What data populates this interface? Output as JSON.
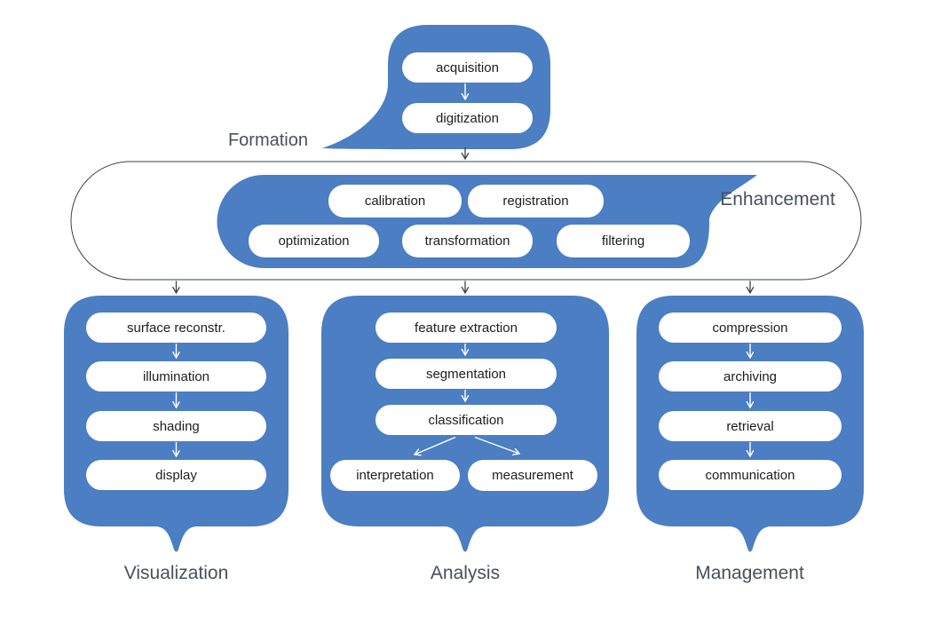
{
  "diagram": {
    "type": "flow",
    "background": "#ffffff",
    "colors": {
      "bubble_blue": "#4b7ec2",
      "node_fill": "#ffffff",
      "node_text": "#1e1e1e",
      "group_label_text": "#49505a",
      "outline": "#3a4045",
      "arrow_on_white": "#3a4045",
      "arrow_on_blue": "#ffffff"
    },
    "groups": {
      "formation": {
        "label": "Formation"
      },
      "enhancement": {
        "label": "Enhancement"
      },
      "visualization": {
        "label": "Visualization"
      },
      "analysis": {
        "label": "Analysis"
      },
      "management": {
        "label": "Management"
      }
    },
    "nodes": {
      "acquisition": "acquisition",
      "digitization": "digitization",
      "calibration": "calibration",
      "registration": "registration",
      "optimization": "optimization",
      "transformation": "transformation",
      "filtering": "filtering",
      "surface_reconstr": "surface reconstr.",
      "illumination": "illumination",
      "shading": "shading",
      "display": "display",
      "feature_extraction": "feature extraction",
      "segmentation": "segmentation",
      "classification": "classification",
      "interpretation": "interpretation",
      "measurement": "measurement",
      "compression": "compression",
      "archiving": "archiving",
      "retrieval": "retrieval",
      "communication": "communication"
    },
    "edges": [
      {
        "from": "acquisition",
        "to": "digitization"
      },
      {
        "from": "digitization",
        "to": "enhancement"
      },
      {
        "from": "enhancement",
        "to": "visualization"
      },
      {
        "from": "enhancement",
        "to": "analysis"
      },
      {
        "from": "enhancement",
        "to": "management"
      },
      {
        "from": "surface_reconstr",
        "to": "illumination"
      },
      {
        "from": "illumination",
        "to": "shading"
      },
      {
        "from": "shading",
        "to": "display"
      },
      {
        "from": "feature_extraction",
        "to": "segmentation"
      },
      {
        "from": "segmentation",
        "to": "classification"
      },
      {
        "from": "classification",
        "to": "interpretation"
      },
      {
        "from": "classification",
        "to": "measurement"
      },
      {
        "from": "compression",
        "to": "archiving"
      },
      {
        "from": "archiving",
        "to": "retrieval"
      },
      {
        "from": "retrieval",
        "to": "communication"
      }
    ]
  }
}
